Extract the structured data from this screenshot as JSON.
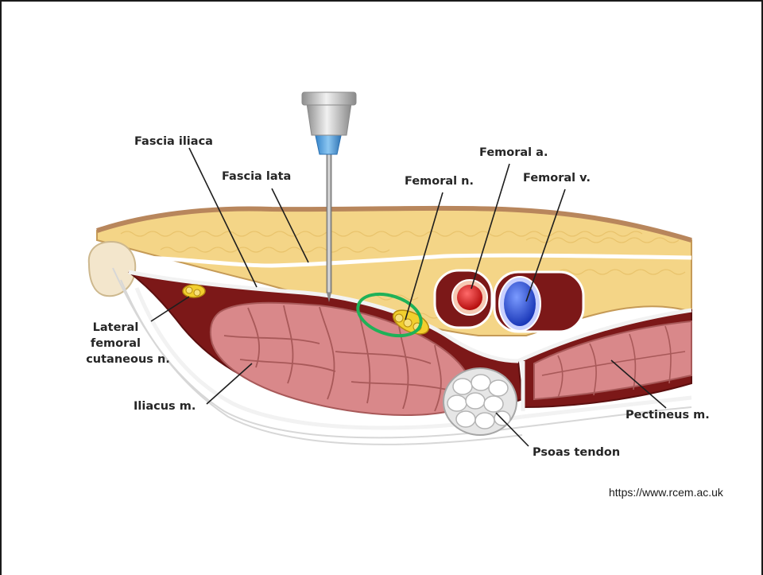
{
  "labels": {
    "fascia_iliaca": "Fascia iliaca",
    "fascia_lata": "Fascia lata",
    "femoral_a": "Femoral a.",
    "femoral_n": "Femoral n.",
    "femoral_v": "Femoral v.",
    "lateral_femoral_cutaneous": [
      "Lateral",
      "femoral",
      "cutaneous n."
    ],
    "iliacus": "Iliacus m.",
    "pectineus": "Pectineus m.",
    "psoas_tendon": "Psoas tendon"
  },
  "source": "https://www.rcem.ac.uk",
  "colors": {
    "fat": "#f4d587",
    "skin": "#b8865c",
    "muscle": "#d9888a",
    "compartment": "#7c1818",
    "fascia": "#f2f2f2",
    "nerve": "#f2cf2e",
    "artery": "#d41d1d",
    "vein": "#2b4fd6",
    "highlight_ring": "#1fb158"
  }
}
